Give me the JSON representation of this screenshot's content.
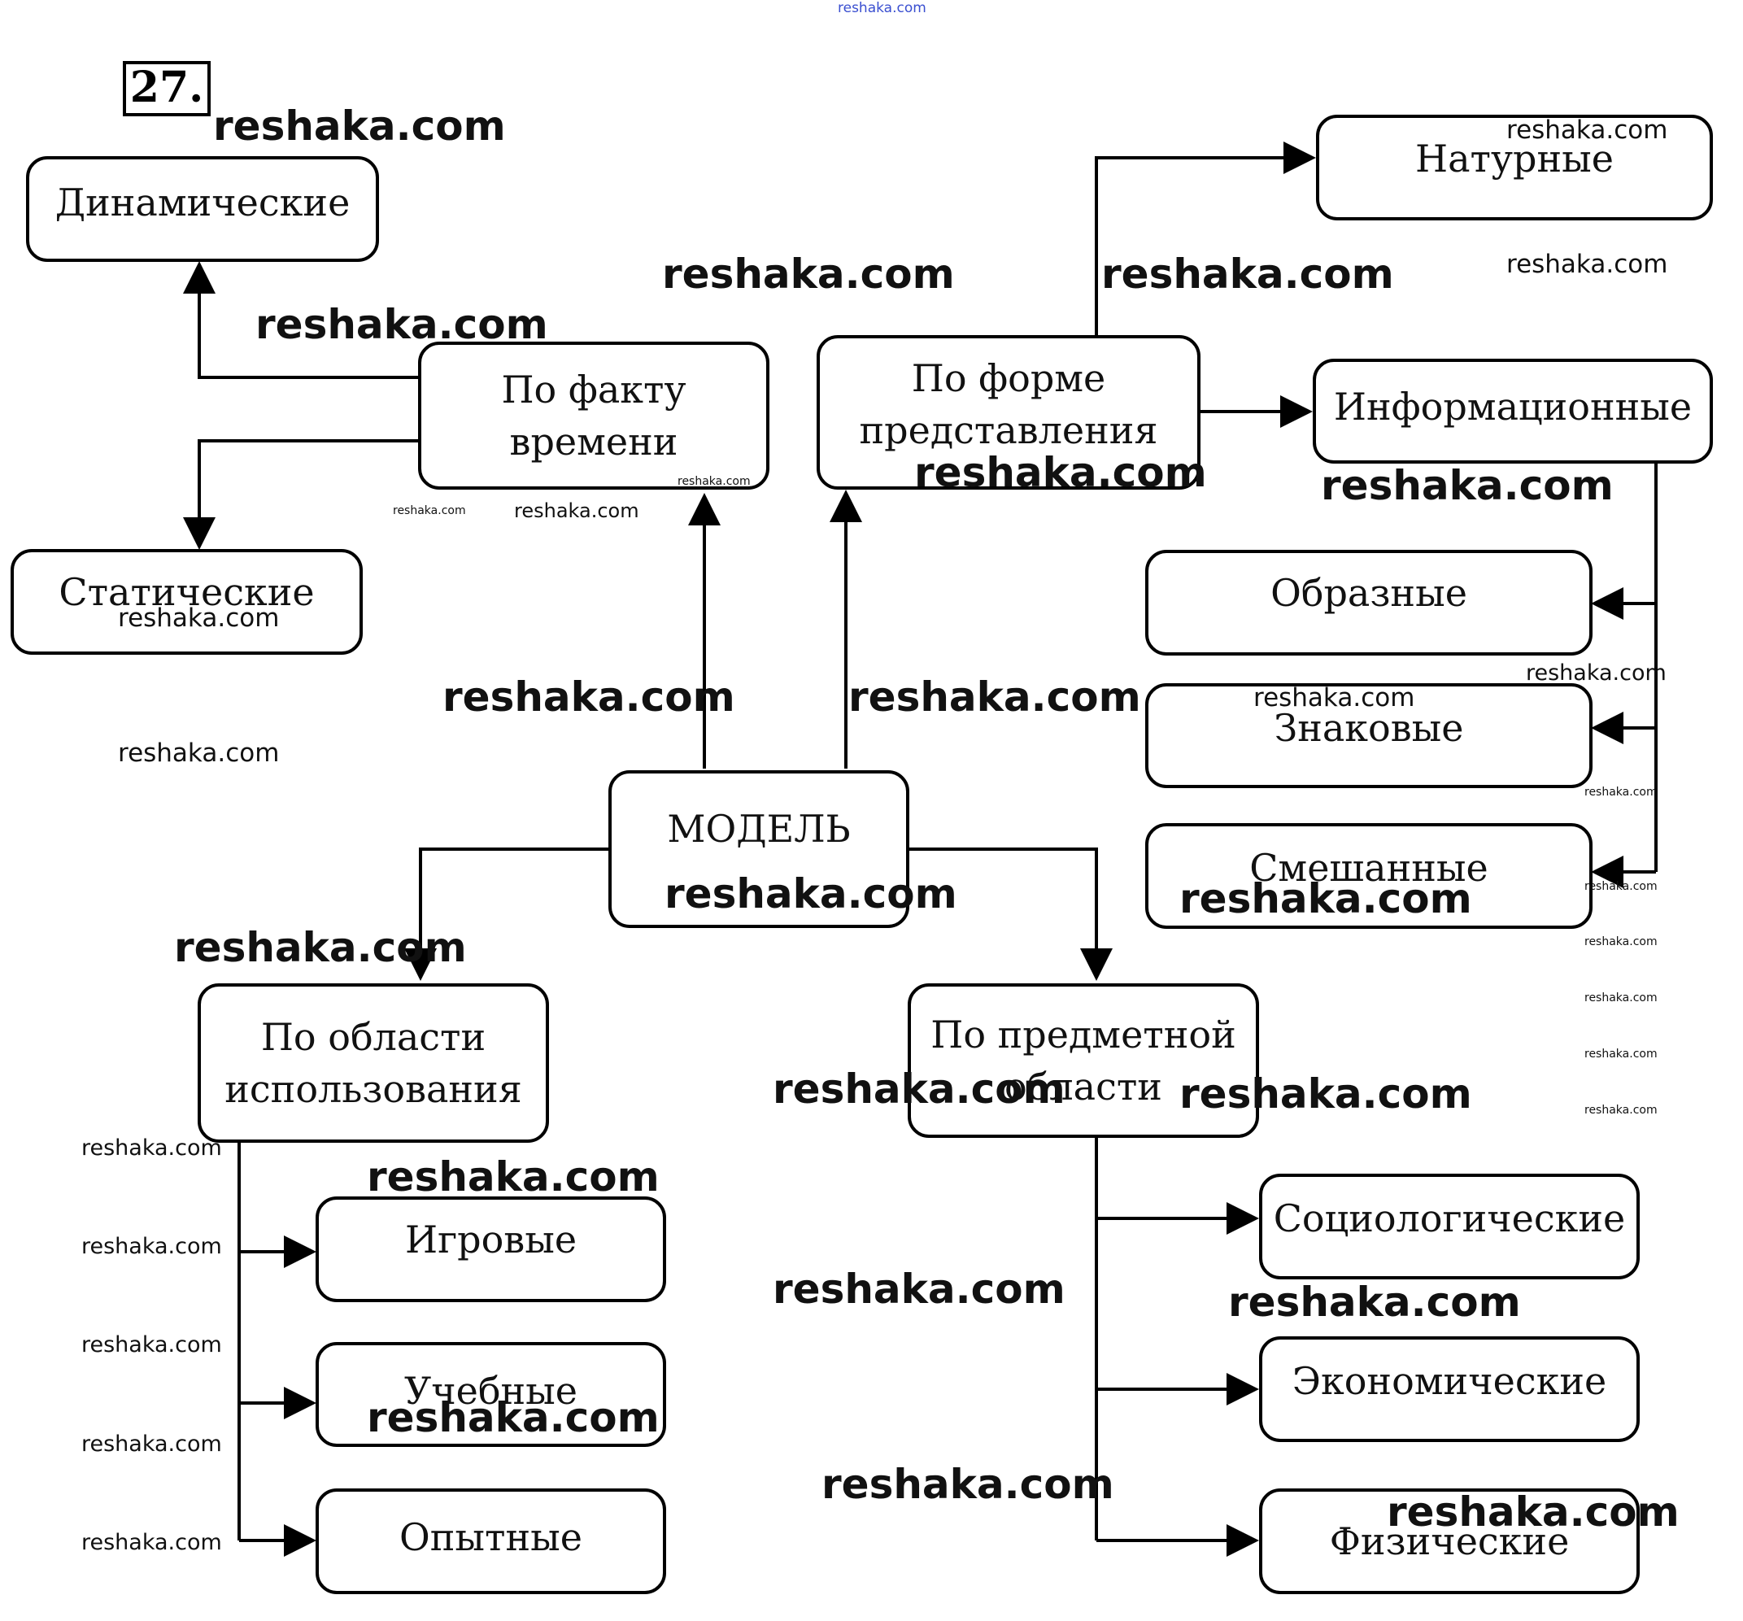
{
  "problem_number": "27.",
  "root": "МОДЕЛЬ",
  "groups": {
    "time": {
      "label": "По факту\nвремени",
      "children": [
        "Динамические",
        "Статические"
      ]
    },
    "form": {
      "label": "По форме\nпредставления",
      "children": [
        "Натурные",
        "Информационные"
      ],
      "information_children": [
        "Образные",
        "Знаковые",
        "Смешанные"
      ]
    },
    "usage": {
      "label": "По области\nиспользования",
      "children": [
        "Игровые",
        "Учебные",
        "Опытные"
      ]
    },
    "subject": {
      "label": "По предметной\nобласти",
      "children": [
        "Социологические",
        "Экономические",
        "Физические"
      ]
    }
  },
  "watermark": "reshaka.com",
  "colors": {
    "line": "#000000",
    "box_fill": "#ffffff",
    "watermark_top": "#3a4fd0"
  }
}
